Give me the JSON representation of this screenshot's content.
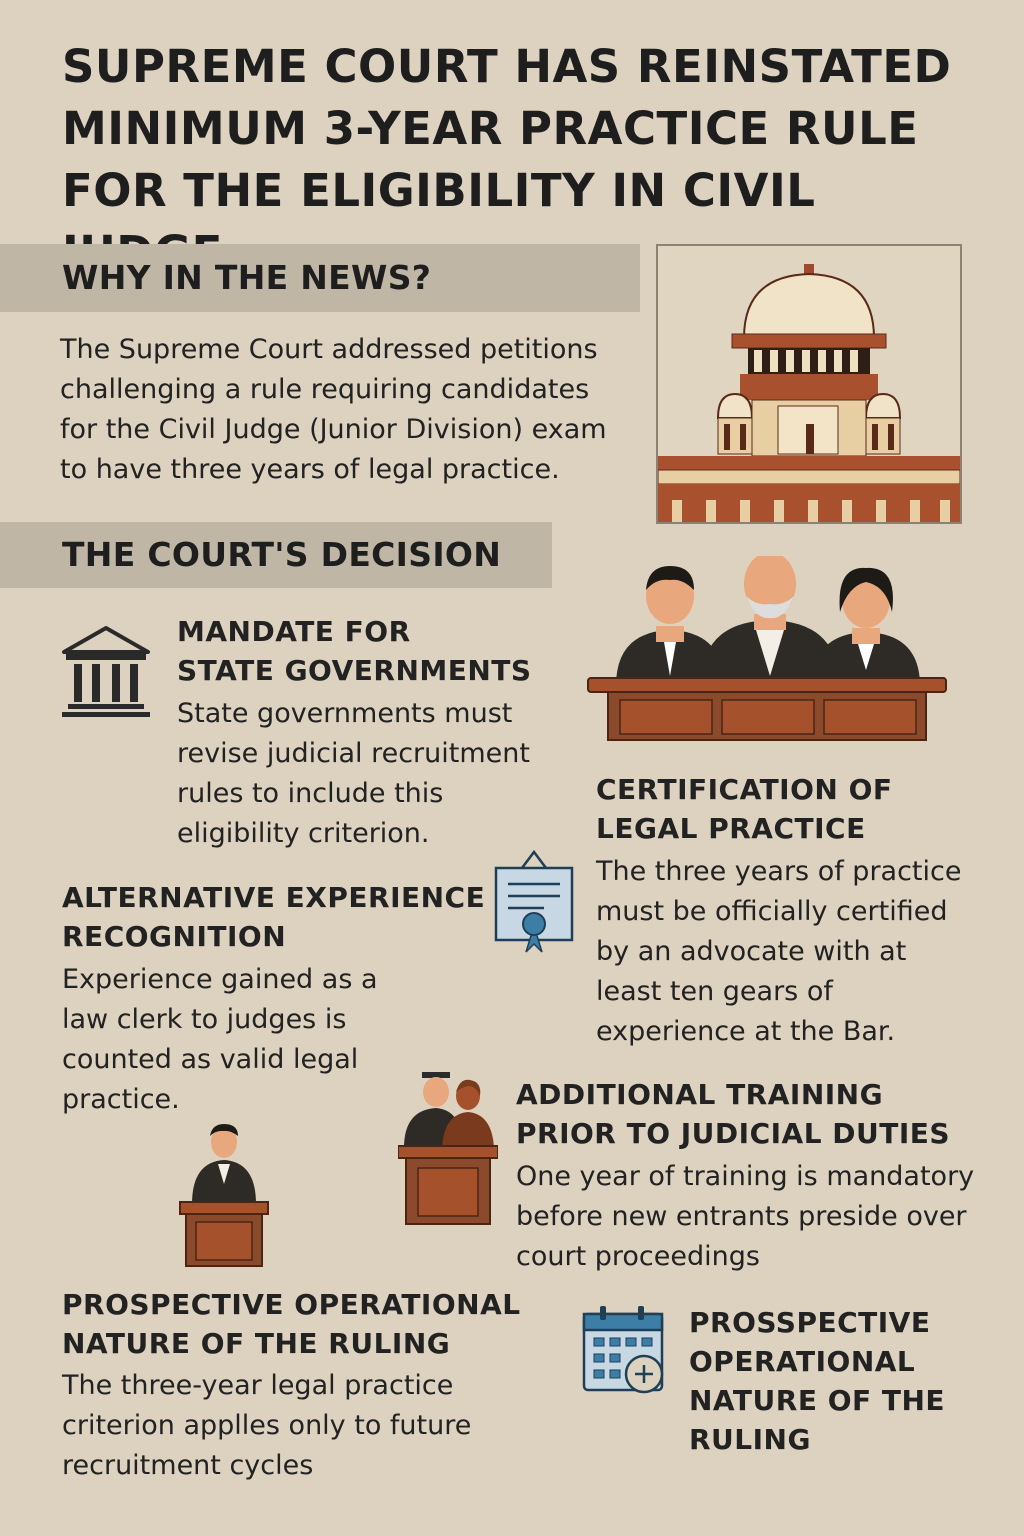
{
  "header": {
    "title": "SUPREME COURT HAS REINSTATED\nMINIMUM 3-YEAR PRACTICE RULE\nFOR THE ELIGIBILITY IN CIVIL JUDGE"
  },
  "why": {
    "heading": "WHY IN THE NEWS?",
    "text": "The Supreme Court addressed petitions\nchallenging a rule requiring candidates\nfor the Civil Judge (Junior Division) exam\nto have three years of legal practice."
  },
  "decision": {
    "heading": "THE COURT'S DECISION"
  },
  "items": {
    "mandate": {
      "title": "MANDATE FOR\nSTATE GOVERNMENTS",
      "text": "State governments must\nrevise judicial recruitment\nrules to include this\neligibility criterion."
    },
    "certification": {
      "title": "CERTIFICATION OF\nLEGAL PRACTICE",
      "text": "The three years of practice\nmust be officially certified\nby an advocate with at\nleast ten gears of\nexperience at the Bar."
    },
    "alternative": {
      "title": "ALTERNATIVE EXPERIENCE\nRECOGNITION",
      "text": "Experience gained as a\nlaw clerk to judges is\ncounted as valid legal\npractice."
    },
    "training": {
      "title": "ADDITIONAL TRAINING\nPRIOR TO JUDICIAL DUTIES",
      "text": "One year of training is mandatory\nbefore new entrants preside over\ncourt proceedings"
    },
    "prospective": {
      "title": "PROSPECTIVE OPERATIONAL\nNATURE OF THE RULING",
      "text": "The three-year legal practice\ncriterion applles only to future\nrecruitment cycles"
    },
    "prospective_dup": {
      "title": "PROSSPECTIVE\nOPERATIONAL\nNATURE OF THE\nRULING"
    }
  },
  "icons": {
    "court_building": "supreme-court-building-icon",
    "judges": "judges-bench-icon",
    "pillars": "pillars-building-icon",
    "certificate": "certificate-icon",
    "lawyers": "lawyers-podium-icon",
    "single_judge": "judge-podium-icon",
    "calendar": "calendar-add-icon"
  },
  "colors": {
    "background": "#dcd2bf",
    "band": "#bfb6a5",
    "brick": "#9e4a2e",
    "wood": "#8b4a2b",
    "text": "#1e1e1e",
    "accent_blue": "#3d7ea6"
  }
}
